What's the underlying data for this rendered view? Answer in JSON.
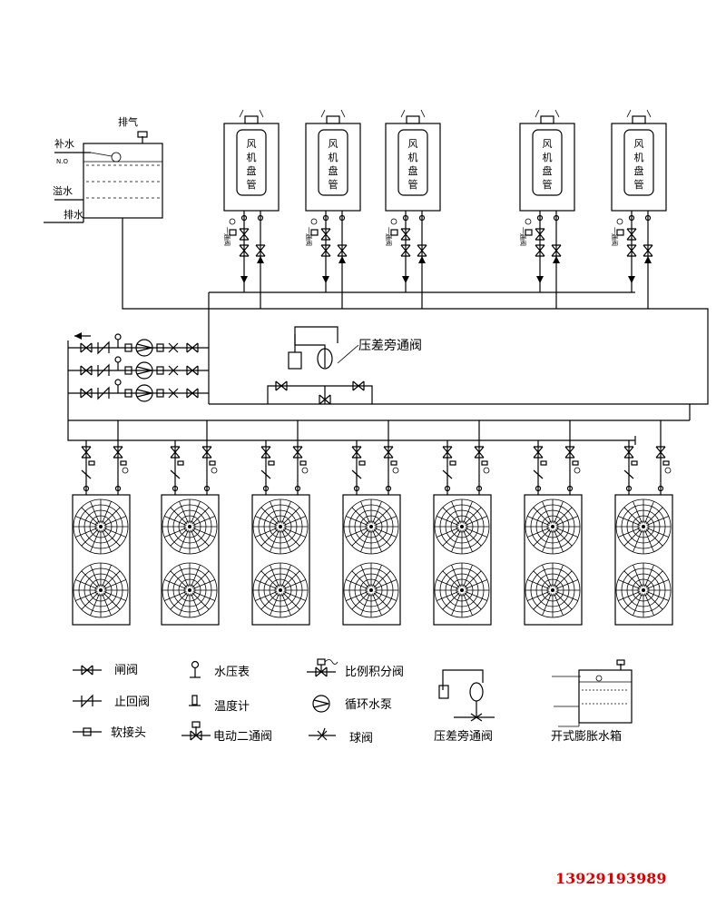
{
  "tank": {
    "vent": "排气",
    "makeup": "补水",
    "overflow": "溢水",
    "drain": "排水",
    "makeup_small": "N.O"
  },
  "fancoil": {
    "label_chars": [
      "风",
      "机",
      "盘",
      "管"
    ],
    "vtag": "一通阀"
  },
  "bypass_label": "压差旁通阀",
  "legend": {
    "gate_valve": "闸阀",
    "check_valve": "止回阀",
    "flex_joint": "软接头",
    "pressure_gauge": "水压表",
    "thermometer": "温度计",
    "two_way_valve": "电动二通阀",
    "proportional_valve": "比例积分阀",
    "circ_pump": "循环水泵",
    "ball_valve": "球阀",
    "bypass_valve": "压差旁通阀",
    "expansion_tank": "开式膨胀水箱"
  },
  "phone": "13929193989"
}
